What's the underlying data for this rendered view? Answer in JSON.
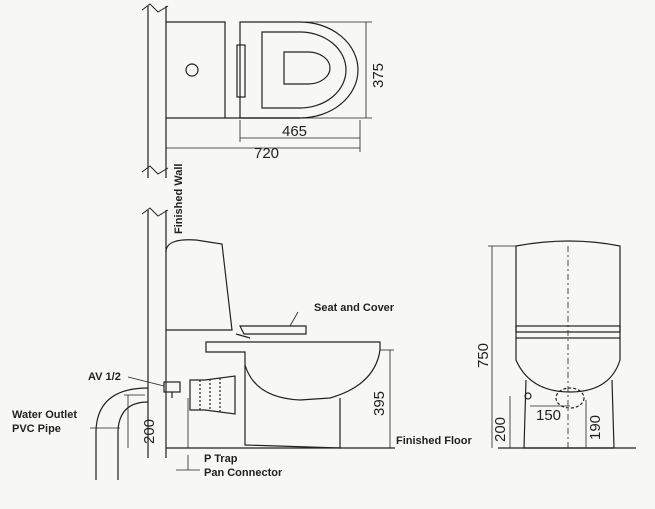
{
  "top_view": {
    "dim_depth": "375",
    "dim_bowl_length": "465",
    "dim_total_length": "720"
  },
  "side_view": {
    "label_finished_wall": "Finished Wall",
    "label_seat_cover": "Seat and Cover",
    "label_av": "AV 1/2",
    "label_water_outlet_1": "Water Outlet",
    "label_water_outlet_2": "PVC Pipe",
    "label_ptrap_1": "P Trap",
    "label_ptrap_2": "Pan Connector",
    "label_finished_floor": "Finished Floor",
    "dim_seat_height": "395",
    "dim_outlet_height": "200"
  },
  "front_view": {
    "dim_total_height": "750",
    "dim_inlet_height": "200",
    "dim_offset": "150",
    "dim_outlet_height": "190"
  },
  "colors": {
    "ink": "#222222",
    "paper": "#f7f7f5"
  }
}
